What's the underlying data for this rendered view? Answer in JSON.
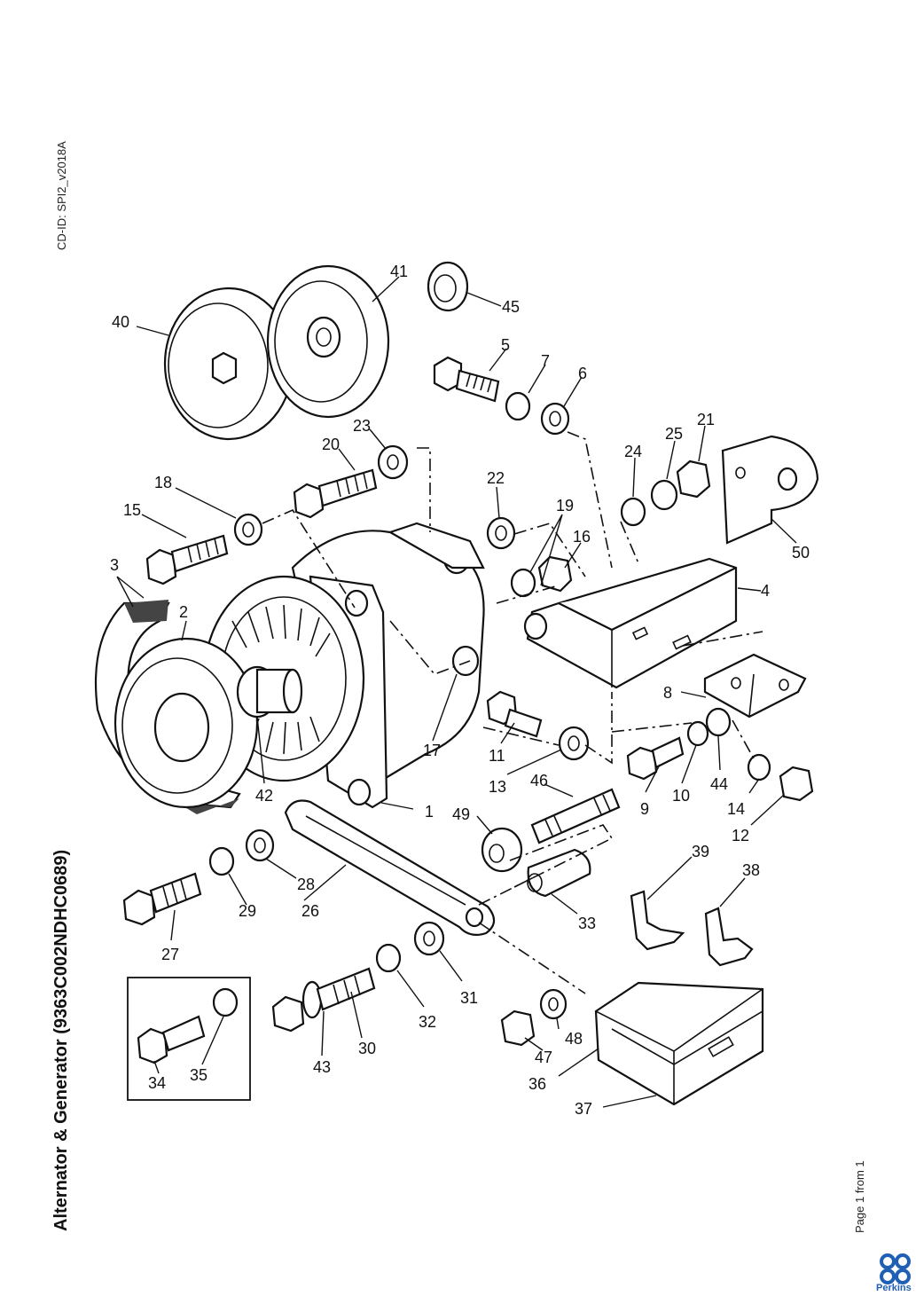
{
  "page": {
    "cd_id": "CD-ID: SPI2_v2018A",
    "title": "Alternator & Generator (9363C002NDHC0689)",
    "page_number": "Page 1 from 1",
    "brand": "Perkins",
    "brand_color": "#1f5fb4"
  },
  "callouts": [
    "1",
    "2",
    "3",
    "4",
    "5",
    "6",
    "7",
    "8",
    "9",
    "10",
    "11",
    "12",
    "13",
    "14",
    "15",
    "16",
    "17",
    "18",
    "19",
    "20",
    "21",
    "22",
    "23",
    "24",
    "25",
    "26",
    "27",
    "28",
    "29",
    "30",
    "31",
    "32",
    "33",
    "34",
    "35",
    "36",
    "37",
    "38",
    "39",
    "40",
    "41",
    "42",
    "43",
    "44",
    "45",
    "46",
    "47",
    "48",
    "49",
    "50"
  ]
}
